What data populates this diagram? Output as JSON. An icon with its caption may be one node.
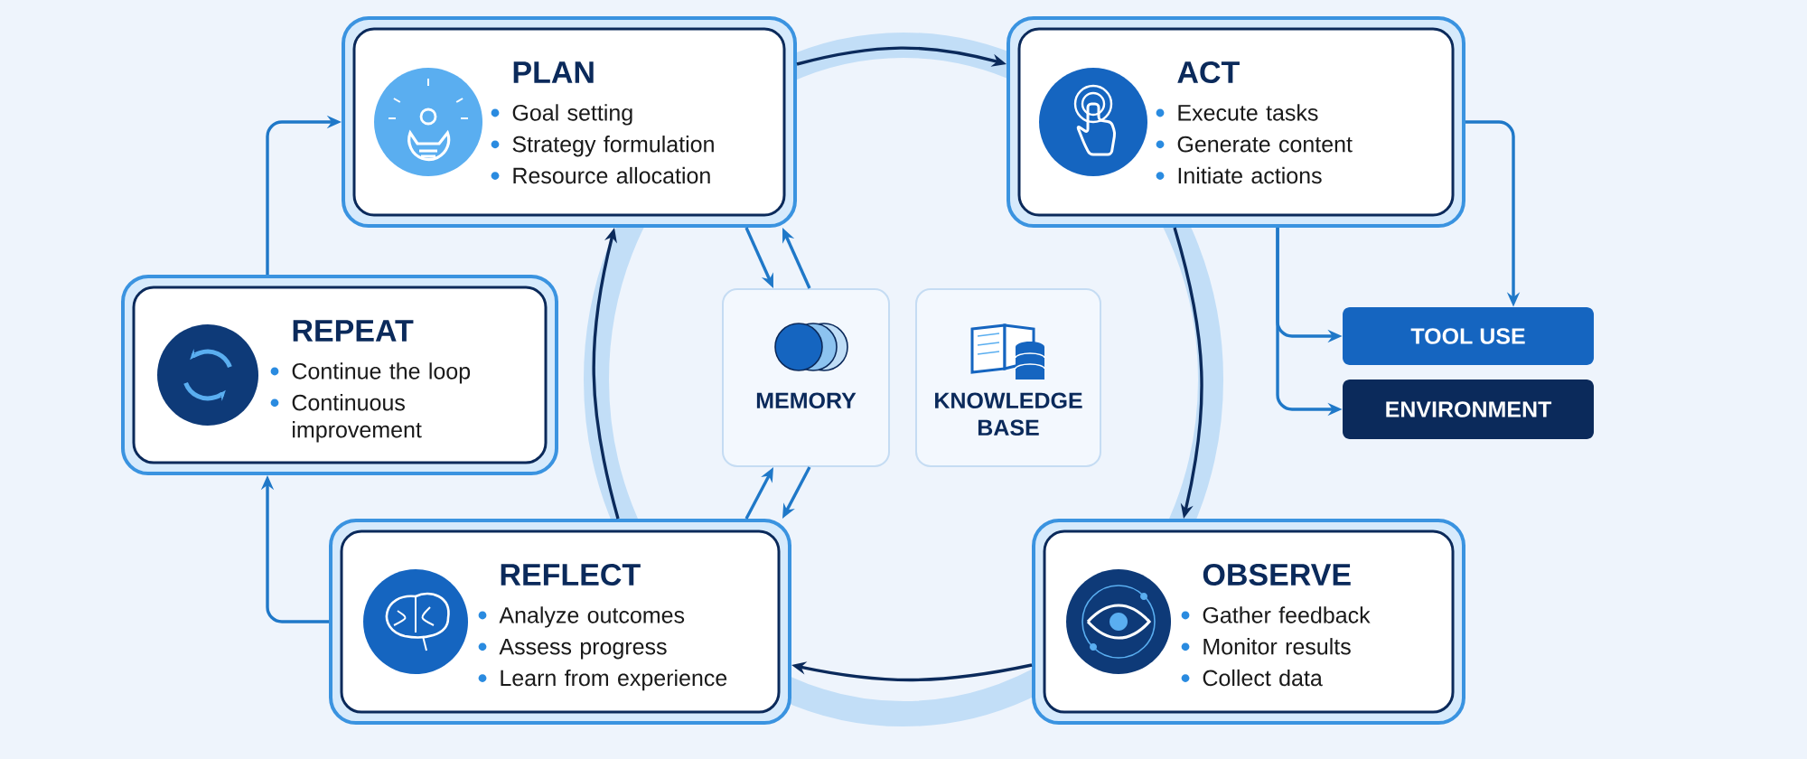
{
  "diagram": {
    "nodes": [
      {
        "text": [
          "PLAN",
          "Goal setting",
          "Strategy formulation",
          "Resource allocation"
        ]
      },
      {
        "text": [
          "ACT",
          "Execute tasks",
          "Generate content",
          "Initiate actions"
        ]
      },
      {
        "text": [
          "REPEAT",
          "Continue the loop",
          "Continuous improvement"
        ]
      },
      {
        "text": [
          "MEMORY"
        ]
      },
      {
        "text": [
          "KNOWLEDGE BASE"
        ]
      },
      {
        "text": [
          "TOOL USE"
        ]
      },
      {
        "text": [
          "ENVIRONMENT"
        ]
      },
      {
        "text": [
          "REFLECT",
          "Analyze outcomes",
          "Assess progress",
          "Learn from experience"
        ]
      },
      {
        "text": [
          "OBSERVE",
          "Gather feedback",
          "Monitor results",
          "Collect data"
        ]
      }
    ],
    "edges": [
      {
        "from": 0,
        "to": 1,
        "arrow": "to",
        "color": "#0b2a5b"
      },
      {
        "from": 1,
        "to": 8,
        "arrow": "to",
        "color": "#0b2a5b"
      },
      {
        "from": 8,
        "to": 7,
        "arrow": "to",
        "color": "#0b2a5b"
      },
      {
        "from": 7,
        "to": 0,
        "arrow": "to",
        "color": "#0b2a5b"
      },
      {
        "from": 7,
        "to": 2,
        "arrow": "to"
      },
      {
        "from": 2,
        "to": 0,
        "arrow": "to"
      },
      {
        "from": 1,
        "to": 5,
        "arrow": "to"
      },
      {
        "from": 1,
        "to": 5,
        "arrow": "to"
      },
      {
        "from": 1,
        "to": 6,
        "arrow": "to"
      },
      {
        "from": 0,
        "to": 3,
        "arrow": "to"
      },
      {
        "from": 3,
        "to": 0,
        "arrow": "to"
      },
      {
        "from": 7,
        "to": 3,
        "arrow": "to"
      },
      {
        "from": 3,
        "to": 7,
        "arrow": "to"
      }
    ]
  }
}
